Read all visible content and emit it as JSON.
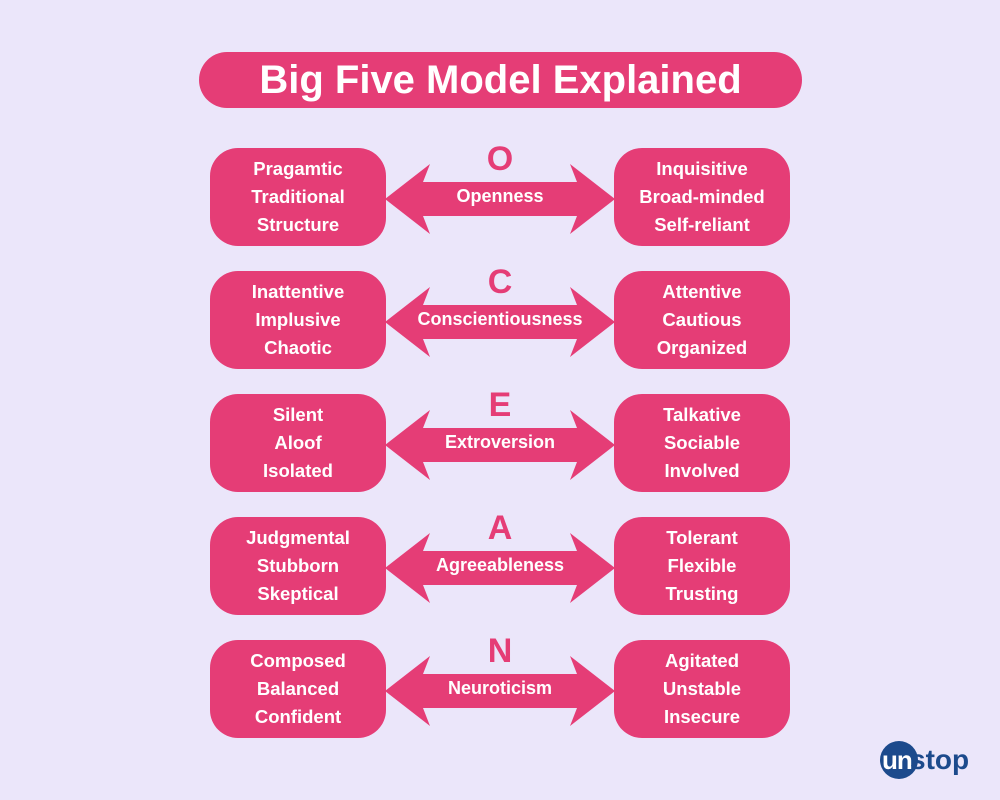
{
  "title": "Big Five Model Explained",
  "rows": [
    {
      "letter": "O",
      "trait": "Openness",
      "left": [
        "Pragamtic",
        "Traditional",
        "Structure"
      ],
      "right": [
        "Inquisitive",
        "Broad-minded",
        "Self-reliant"
      ]
    },
    {
      "letter": "C",
      "trait": "Conscientiousness",
      "left": [
        "Inattentive",
        "Implusive",
        "Chaotic"
      ],
      "right": [
        "Attentive",
        "Cautious",
        "Organized"
      ]
    },
    {
      "letter": "E",
      "trait": "Extroversion",
      "left": [
        "Silent",
        "Aloof",
        "Isolated"
      ],
      "right": [
        "Talkative",
        "Sociable",
        "Involved"
      ]
    },
    {
      "letter": "A",
      "trait": "Agreeableness",
      "left": [
        "Judgmental",
        "Stubborn",
        "Skeptical"
      ],
      "right": [
        "Tolerant",
        "Flexible",
        "Trusting"
      ]
    },
    {
      "letter": "N",
      "trait": "Neuroticism",
      "left": [
        "Composed",
        "Balanced",
        "Confident"
      ],
      "right": [
        "Agitated",
        "Unstable",
        "Insecure"
      ]
    }
  ],
  "logo": {
    "circle": "un",
    "rest": "stop"
  },
  "colors": {
    "accent": "#e53d76",
    "background": "#ebe6fa",
    "logo": "#1c4a8c"
  }
}
